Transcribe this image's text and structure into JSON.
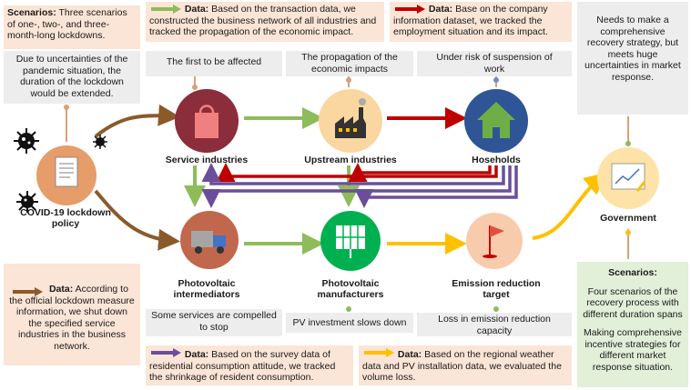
{
  "colors": {
    "brown": "#8b5a2b",
    "green": "#8fbc5a",
    "red": "#c00000",
    "purple": "#6b4e9b",
    "yellow": "#ffc000",
    "peach_bg": "#fbe5d6",
    "grey_bg": "#ededed",
    "green_bg": "#e2efd9"
  },
  "top_left": {
    "scenarios_label": "Scenarios:",
    "scenarios_text": "Three scenarios of one-, two-, and three-month-long lockdowns.",
    "uncertainty_text": "Due to uncertainties of the pandemic situation, the duration of the lockdown would be extended."
  },
  "legend_top": {
    "green": {
      "label": "Data:",
      "text": "Based on the transaction data, we constructed the business network of all industries and tracked the propagation of the economic impact."
    },
    "red": {
      "label": "Data:",
      "text": "Base on the company information dataset, we tracked the employment situation and its impact."
    }
  },
  "top_right_text": "Needs to make a comprehensive recovery strategy, but meets huge uncertainties in market response.",
  "captions_top": {
    "service": "The first to be affected",
    "upstream": "The propagation of the economic impacts",
    "households": "Under risk of suspension of work"
  },
  "nodes": {
    "covid": "COVID-19 lockdown policy",
    "service": "Service industries",
    "upstream": "Upstream industries",
    "households": "Hoseholds",
    "pv_inter": "Photovoltaic intermediators",
    "pv_manu": "Photovoltaic manufacturers",
    "emission": "Emission reduction target",
    "government": "Government"
  },
  "captions_bottom": {
    "pv_inter": "Some services are compelled to stop",
    "pv_manu": "PV investment slows down",
    "emission": "Loss in emission reduction capacity"
  },
  "legend_bottom": {
    "brown": {
      "label": "Data:",
      "text": "According to the official lockdown measure information, we shut down the specified service industries in the business network."
    },
    "purple": {
      "label": "Data:",
      "text": "Based on the survey data of residential consumption attitude, we tracked the shrinkage of resident consumption."
    },
    "yellow": {
      "label": "Data:",
      "text": "Based on the regional weather data and PV installation data, we evaluated the volume loss."
    }
  },
  "bottom_right": {
    "scenarios_label": "Scenarios:",
    "scenarios_text": "Four scenarios of the recovery process with different duration spans",
    "incentive_text": "Making comprehensive incentive strategies for different market response situation."
  },
  "icons": [
    "virus-icon",
    "document-icon",
    "shopping-bag-icon",
    "factory-icon",
    "house-icon",
    "truck-icon",
    "solar-panel-icon",
    "flag-icon",
    "chart-paper-icon"
  ]
}
